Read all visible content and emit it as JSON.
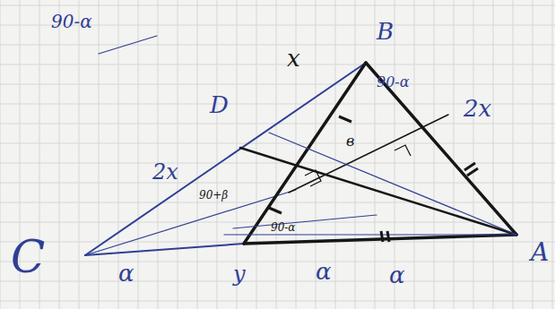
{
  "diagram": {
    "labels": [
      "90-α",
      "B",
      "x",
      "90-α",
      "D",
      "2x",
      "2x",
      "C",
      "α",
      "y",
      "α",
      "α",
      "A",
      "в",
      "90+β",
      "90-α"
    ]
  }
}
